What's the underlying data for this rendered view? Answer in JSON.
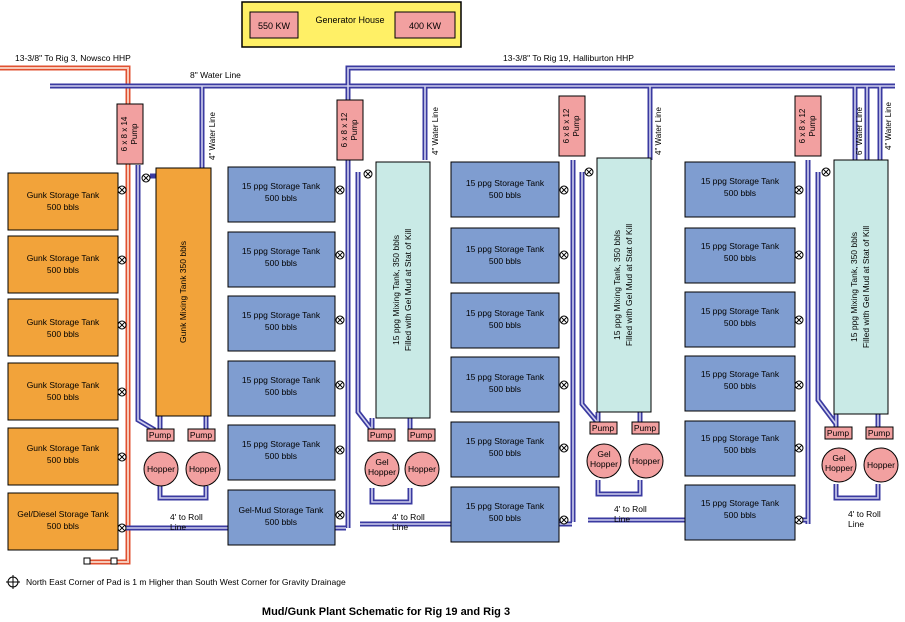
{
  "generator_house": {
    "title": "Generator House",
    "gen_left": "550 KW",
    "gen_right": "400 KW"
  },
  "lines": {
    "left_hhp": "13-3/8\" To Rig 3, Nowsco HHP",
    "water_line": "8\" Water Line",
    "right_hhp": "13-3/8\" To Rig 19, Halliburton HHP"
  },
  "labels": {
    "water_4in": "4\" Water Line",
    "water_6in": "6\" Water Line",
    "pump_6x8x14": "6 x 8 x 14",
    "pump_6x8x12": "6 x 8 x 12",
    "pump_word": "Pump",
    "pump": "Pump",
    "hopper": "Hopper",
    "gel_hopper_1": "Gel",
    "gel_hopper_2": "Hopper",
    "roll_1": "4' to Roll",
    "roll_2": "Line"
  },
  "tanks": {
    "bbls": "500 bbls",
    "gunk": "Gunk Storage Tank",
    "gel_diesel": "Gel/Diesel Storage Tank",
    "ppg15": "15 ppg Storage Tank",
    "gel_mud": "Gel-Mud Storage Tank",
    "gunk_mixing": "Gunk Mixing Tank 350 bbls",
    "mix15_line1": "15 ppg  Mixing Tank, 350 bbls",
    "mix15_line2": "Filled with Gel Mud at Stat of Kill"
  },
  "note": "North East Corner of Pad is 1 m Higher than South West Corner for Gravity Drainage",
  "title": "Mud/Gunk Plant Schematic for Rig 19 and Rig 3",
  "colors": {
    "orange": "#F2A33A",
    "blue": "#7F9DD0",
    "cyan": "#C9EAE6",
    "pink": "#F2A0A0",
    "yellow": "#FFF066",
    "pipe": "#3A3AA0",
    "red_pipe": "#E05030"
  }
}
